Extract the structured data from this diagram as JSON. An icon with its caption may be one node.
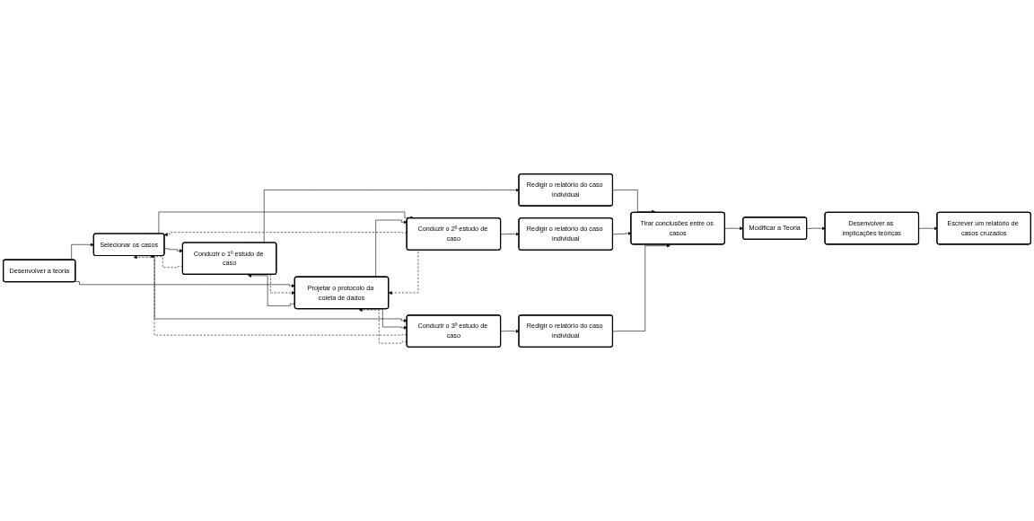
{
  "diagram": {
    "nodes": [
      {
        "text": [
          "Desenvolver a teoria"
        ]
      },
      {
        "text": [
          "Selecionar os casos"
        ]
      },
      {
        "text": [
          "Projetar o protocolo da coleta de dados"
        ]
      },
      {
        "text": [
          "Conduzir o 1º estudo de caso"
        ]
      },
      {
        "text": [
          "Conduzir o 2º estudo de caso"
        ]
      },
      {
        "text": [
          "Conduzir o 3º estudo de caso"
        ]
      },
      {
        "text": [
          "Redigir o relatório do caso individual"
        ]
      },
      {
        "text": [
          "Redigir o relatório do caso individual"
        ]
      },
      {
        "text": [
          "Redigir o relatório do caso individual"
        ]
      },
      {
        "text": [
          "Tirar conclusões entre os casos"
        ]
      },
      {
        "text": [
          "Modificar a Teoria"
        ]
      },
      {
        "text": [
          "Desenvolver as implicações teóricas"
        ]
      },
      {
        "text": [
          "Escrever um relatório de casos cruzados"
        ]
      }
    ],
    "edges": [
      {
        "from": 0,
        "to": 1,
        "arrow": "to"
      },
      {
        "from": 0,
        "to": 2,
        "arrow": "to"
      },
      {
        "from": 1,
        "to": 3,
        "arrow": "to"
      },
      {
        "from": 1,
        "to": 4,
        "arrow": "to"
      },
      {
        "from": 1,
        "to": 5,
        "arrow": "to"
      },
      {
        "from": 2,
        "to": 3,
        "arrow": "to"
      },
      {
        "from": 2,
        "to": 4,
        "arrow": "to"
      },
      {
        "from": 2,
        "to": 5,
        "arrow": "to"
      },
      {
        "from": 3,
        "to": 6,
        "arrow": "to"
      },
      {
        "from": 4,
        "to": 7,
        "arrow": "to"
      },
      {
        "from": 5,
        "to": 8,
        "arrow": "to"
      },
      {
        "from": 3,
        "to": 1,
        "arrow": "to",
        "style": "dashed"
      },
      {
        "from": 3,
        "to": 2,
        "arrow": "to",
        "style": "dashed"
      },
      {
        "from": 4,
        "to": 1,
        "arrow": "to",
        "style": "dashed"
      },
      {
        "from": 4,
        "to": 2,
        "arrow": "to",
        "style": "dashed"
      },
      {
        "from": 5,
        "to": 1,
        "arrow": "to",
        "style": "dashed"
      },
      {
        "from": 5,
        "to": 2,
        "arrow": "to",
        "style": "dashed"
      },
      {
        "from": 6,
        "to": 9,
        "arrow": "to"
      },
      {
        "from": 7,
        "to": 9,
        "arrow": "to"
      },
      {
        "from": 8,
        "to": 9,
        "arrow": "to"
      },
      {
        "from": 9,
        "to": 10,
        "arrow": "to"
      },
      {
        "from": 10,
        "to": 11,
        "arrow": "to"
      },
      {
        "from": 11,
        "to": 12,
        "arrow": "to"
      }
    ]
  }
}
